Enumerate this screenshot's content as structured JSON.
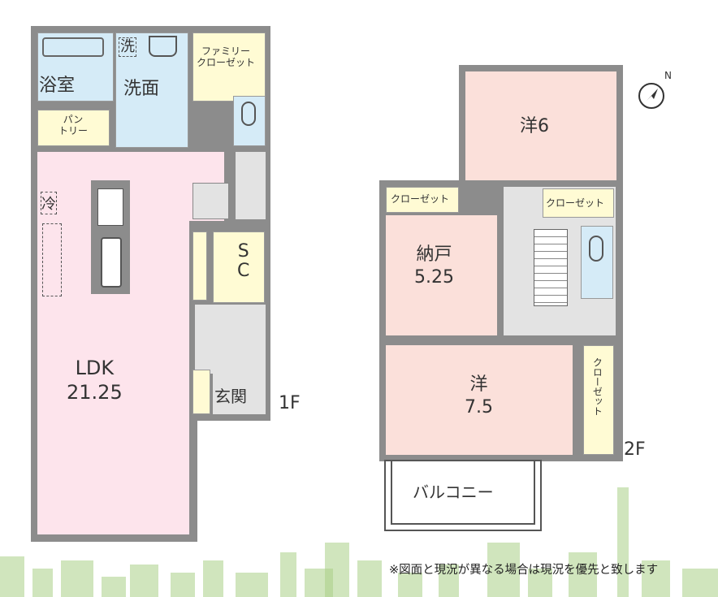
{
  "floor1": {
    "label": "1F",
    "rooms": {
      "bath": "浴室",
      "washroom": "洗面",
      "washer": "洗",
      "family_closet_1": "ファミリー",
      "family_closet_2": "クローゼット",
      "pantry_1": "パン",
      "pantry_2": "トリー",
      "fridge": "冷",
      "sc_1": "S",
      "sc_2": "C",
      "entrance": "玄関",
      "ldk_name": "LDK",
      "ldk_size": "21.25"
    }
  },
  "floor2": {
    "label": "2F",
    "rooms": {
      "western6_name": "洋",
      "western6_size": "6",
      "closet_a": "クローゼット",
      "closet_b": "クローゼット",
      "storage_name": "納戸",
      "storage_size": "5.25",
      "western75_name": "洋",
      "western75_size": "7.5",
      "closet_c": "クローゼット",
      "balcony": "バルコニー"
    }
  },
  "note": "※図面と現況が異なる場合は現況を優先と致します",
  "colors": {
    "wall": "#8c8c8c",
    "ldk": "#fde4ec",
    "room": "#fbe0da",
    "closet": "#fffbd4",
    "wet": "#d5ebf7",
    "hall": "#e3e3e3",
    "city": "#a9cf86"
  }
}
